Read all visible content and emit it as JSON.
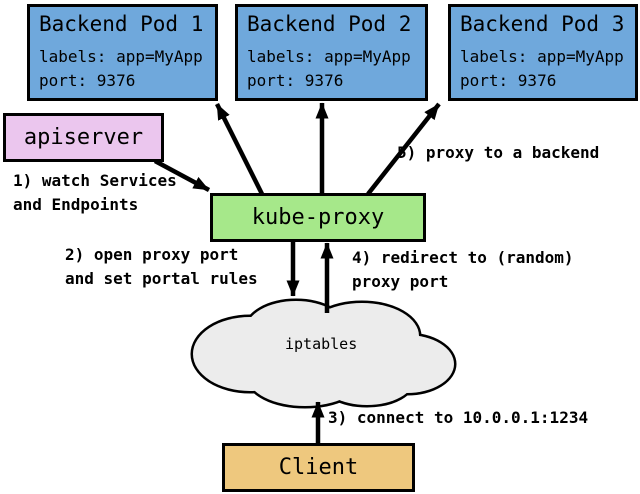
{
  "nodes": {
    "pod1": {
      "title": "Backend Pod 1",
      "labels": "labels: app=MyApp",
      "port": "port: 9376"
    },
    "pod2": {
      "title": "Backend Pod 2",
      "labels": "labels: app=MyApp",
      "port": "port: 9376"
    },
    "pod3": {
      "title": "Backend Pod 3",
      "labels": "labels: app=MyApp",
      "port": "port: 9376"
    },
    "apiserver": {
      "title": "apiserver"
    },
    "kube_proxy": {
      "title": "kube-proxy"
    },
    "iptables": {
      "title": "iptables"
    },
    "client": {
      "title": "Client"
    }
  },
  "annotations": {
    "step1": "1) watch Services\nand Endpoints",
    "step2": "2) open proxy port\nand set portal rules",
    "step3": "3) connect to 10.0.0.1:1234",
    "step4": "4) redirect to (random)\nproxy port",
    "step5": "5) proxy to a backend"
  },
  "colors": {
    "pod_fill": "#6fa8dc",
    "apiserver_fill": "#ebc6ee",
    "kube_proxy_fill": "#a6e88a",
    "client_fill": "#eec87e",
    "cloud_fill": "#ececec",
    "border": "#000000",
    "arrow": "#000000",
    "background": "#ffffff"
  }
}
